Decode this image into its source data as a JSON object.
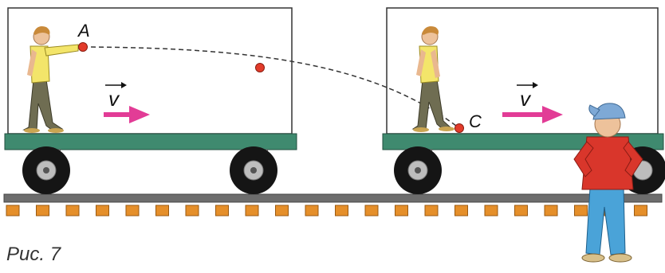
{
  "labels": {
    "point_a": "A",
    "point_c": "C",
    "velocity_left": "v",
    "velocity_right": "v"
  },
  "caption": "Рис. 7",
  "colors": {
    "platform": "#3f8a6f",
    "rail": "#6d6d6d",
    "sleeper": "#e58f2a",
    "arrow": "#e23c96",
    "ball": "#e23b2a",
    "trajectory": "#333333",
    "wheel": "#151515",
    "wagon_frame": "#333333"
  },
  "icons": [
    "boy-figure",
    "observer-figure",
    "ball",
    "wheel",
    "velocity-arrow"
  ]
}
